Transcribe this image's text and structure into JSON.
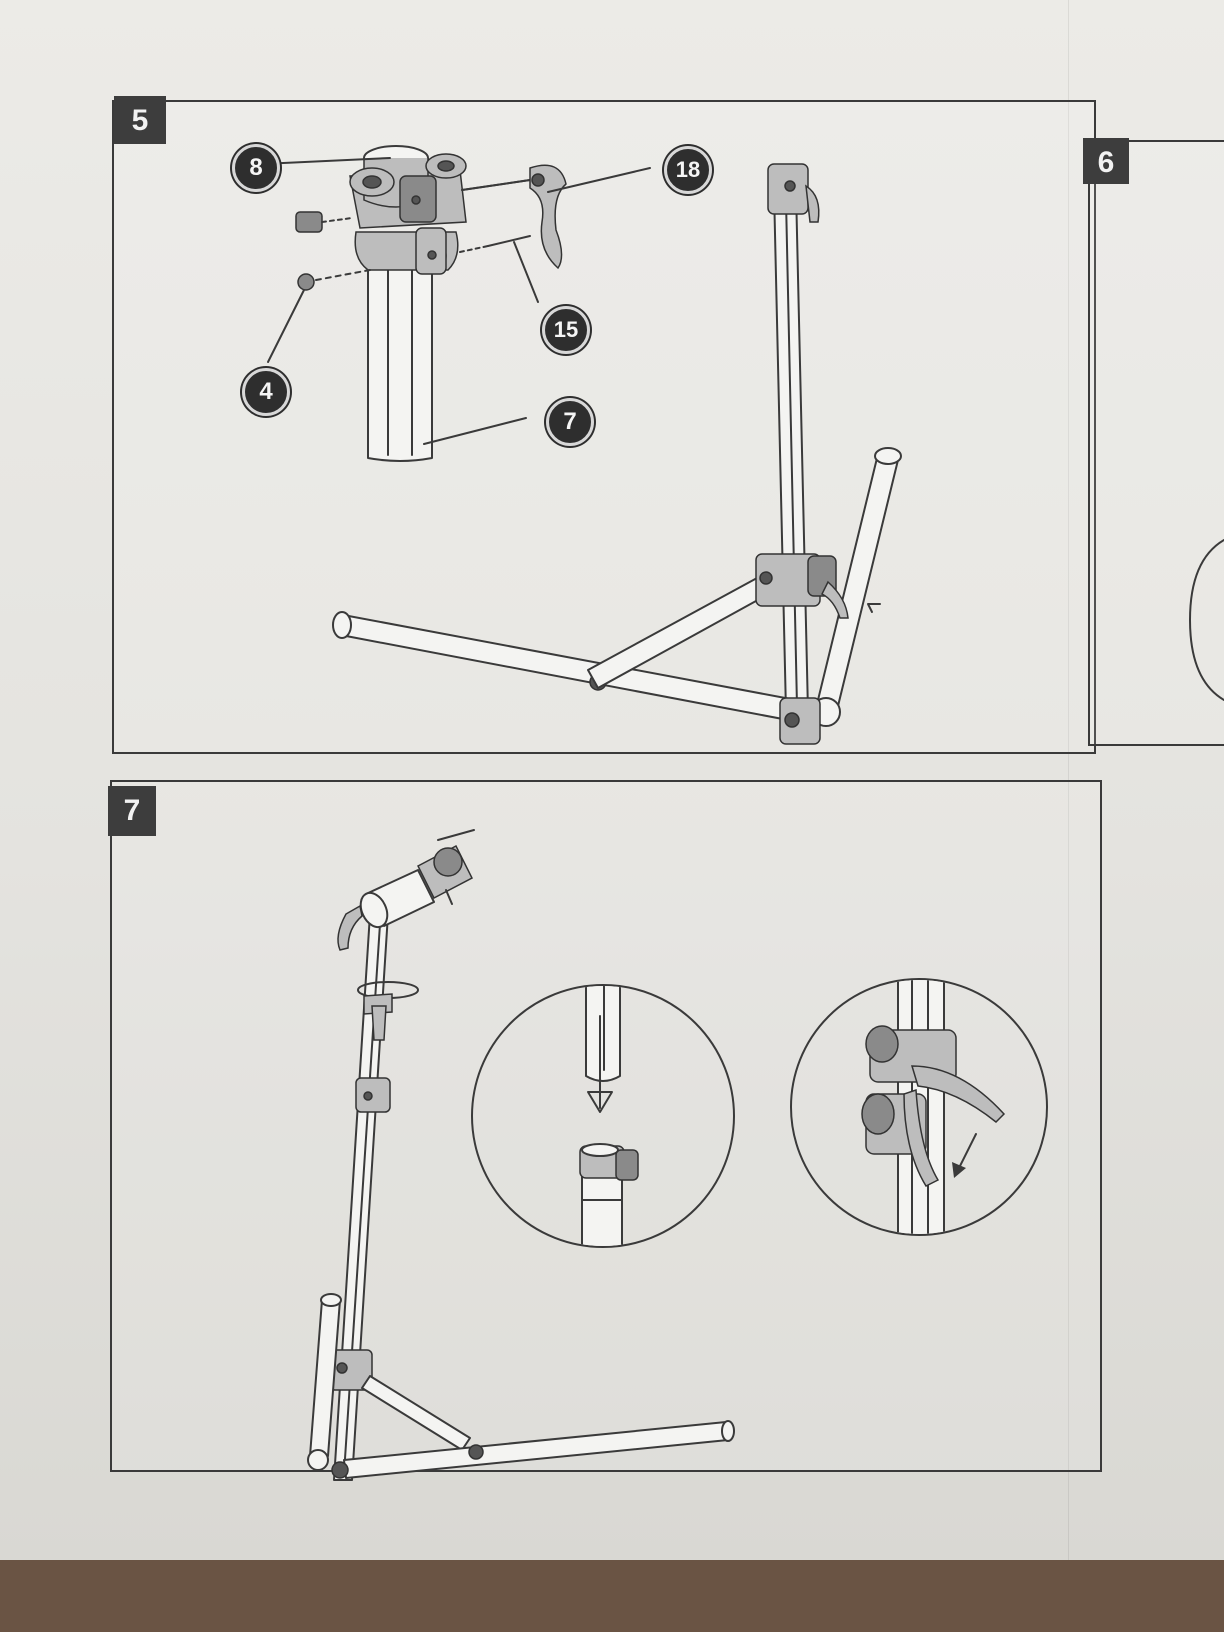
{
  "steps": {
    "step5": {
      "number": "5"
    },
    "step6": {
      "number": "6"
    },
    "step7": {
      "number": "7"
    }
  },
  "callouts": {
    "part8": "8",
    "part18": "18",
    "part15": "15",
    "part4": "4",
    "part7": "7"
  },
  "colors": {
    "badge": "#3d3d3d",
    "line": "#3a3a3a",
    "paper": "#e8e7e3",
    "table": "#6a5444"
  }
}
